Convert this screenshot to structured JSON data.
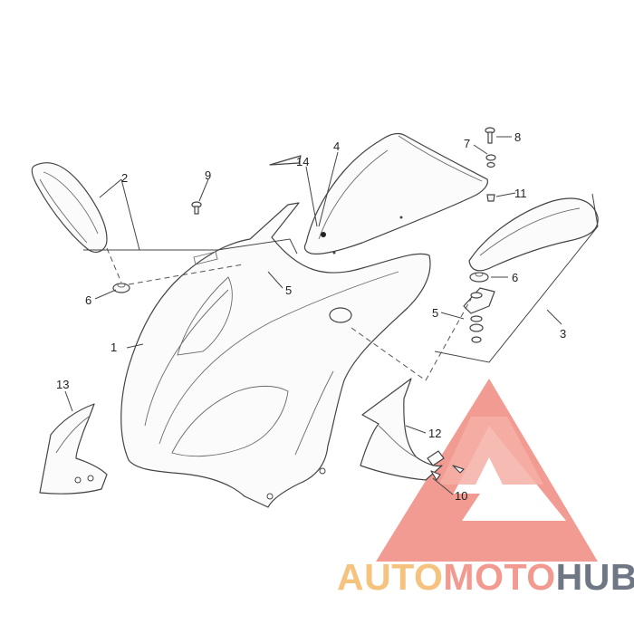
{
  "callouts": [
    {
      "id": "1",
      "label": "1"
    },
    {
      "id": "2",
      "label": "2"
    },
    {
      "id": "3",
      "label": "3"
    },
    {
      "id": "4",
      "label": "4"
    },
    {
      "id": "5a",
      "label": "5"
    },
    {
      "id": "5b",
      "label": "5"
    },
    {
      "id": "6a",
      "label": "6"
    },
    {
      "id": "6b",
      "label": "6"
    },
    {
      "id": "7",
      "label": "7"
    },
    {
      "id": "8",
      "label": "8"
    },
    {
      "id": "9",
      "label": "9"
    },
    {
      "id": "10",
      "label": "10"
    },
    {
      "id": "11",
      "label": "11"
    },
    {
      "id": "12",
      "label": "12"
    },
    {
      "id": "13",
      "label": "13"
    },
    {
      "id": "14",
      "label": "14"
    }
  ],
  "watermark": {
    "part1": "AUTO",
    "part2": "MOTO",
    "part3": "HUB",
    "colors": {
      "light": "#f6c37e",
      "red": "#f29a8f",
      "gray": "#6f7785"
    }
  }
}
